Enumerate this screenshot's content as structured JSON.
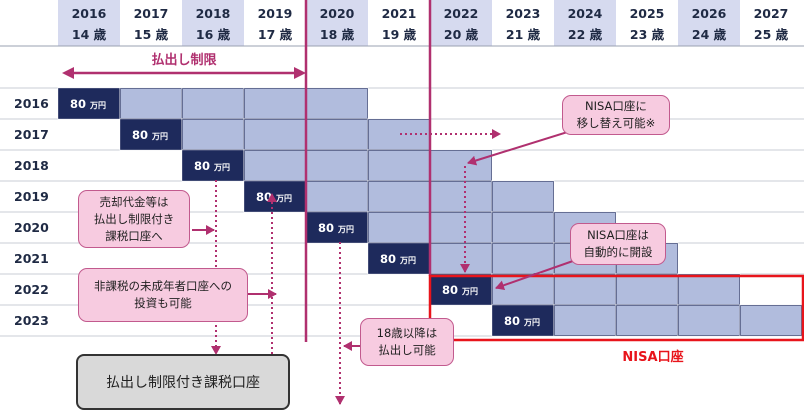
{
  "header": {
    "years": [
      "2016",
      "2017",
      "2018",
      "2019",
      "2020",
      "2021",
      "2022",
      "2023",
      "2024",
      "2025",
      "2026",
      "2027"
    ],
    "ages": [
      "14 歳",
      "15 歳",
      "16 歳",
      "17 歳",
      "18 歳",
      "19 歳",
      "20 歳",
      "21 歳",
      "22 歳",
      "23 歳",
      "24 歳",
      "25 歳"
    ]
  },
  "rows": [
    {
      "year": "2016",
      "start": 0,
      "end": 5
    },
    {
      "year": "2017",
      "start": 1,
      "end": 6
    },
    {
      "year": "2018",
      "start": 2,
      "end": 7
    },
    {
      "year": "2019",
      "start": 3,
      "end": 8
    },
    {
      "year": "2020",
      "start": 4,
      "end": 9
    },
    {
      "year": "2021",
      "start": 5,
      "end": 10
    },
    {
      "year": "2022",
      "start": 6,
      "end": 11
    },
    {
      "year": "2023",
      "start": 7,
      "end": 12
    }
  ],
  "amount_label": "80",
  "amount_unit": "万円",
  "labels": {
    "withdrawal_limit": "払出し制限",
    "nisa_account": "NISA口座",
    "bottom_box": "払出し制限付き課税口座"
  },
  "callouts": {
    "transfer": "NISA口座に\n移し替え可能※",
    "sale_proceeds": "売却代金等は\n払出し制限付き\n課税口座へ",
    "auto_open": "NISA口座は\n自動的に開設",
    "non_taxable": "非課税の未成年者口座への\n投資も可能",
    "after_18": "18歳以降は\n払出し可能"
  },
  "colors": {
    "header_fill": "#d6daef",
    "cell_fill": "#b1bcdd",
    "dark_fill": "#1e2a5c",
    "magenta": "#b0306f",
    "red": "#e8141b",
    "callout_fill": "#f7cbe0"
  }
}
